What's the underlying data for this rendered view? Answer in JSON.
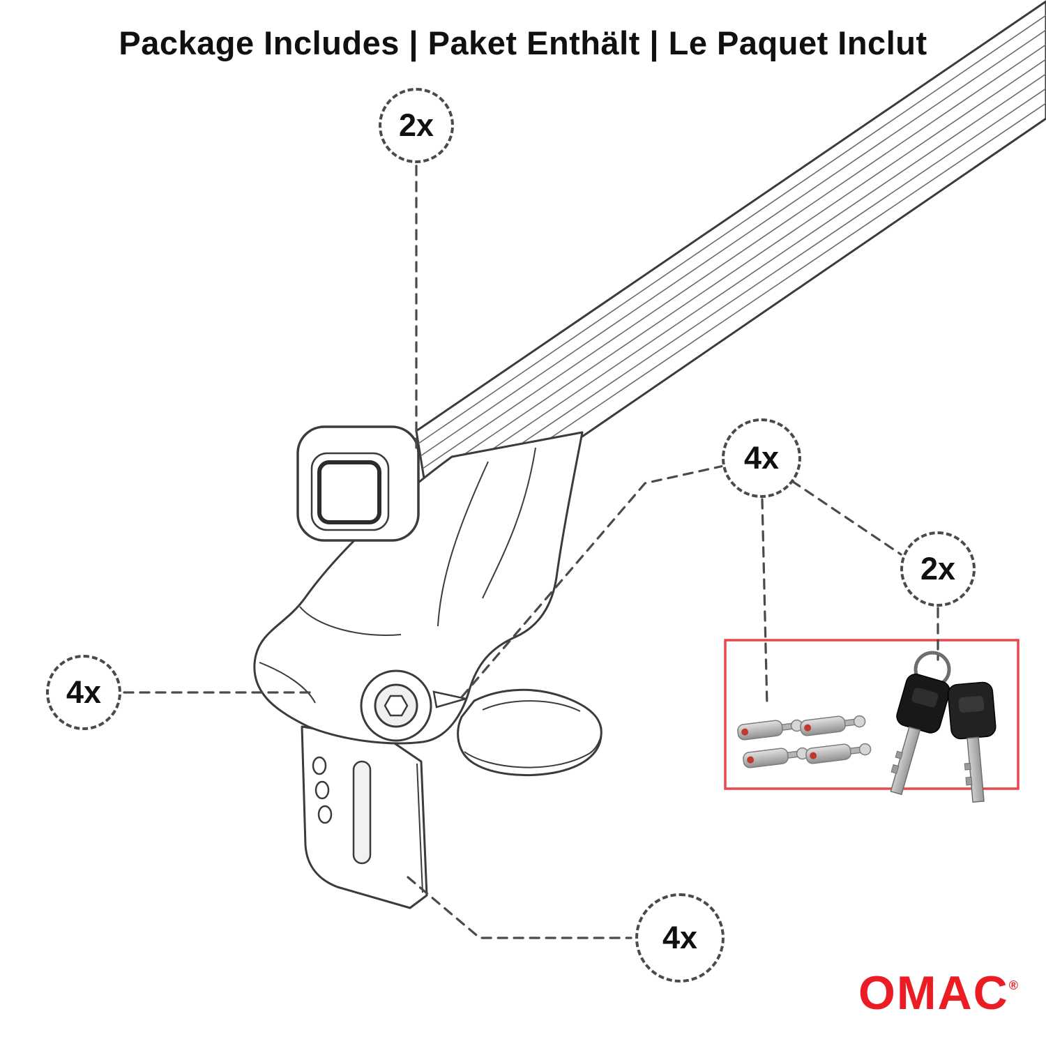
{
  "title": "Package Includes | Paket Enthält | Le Paquet Inclut",
  "callouts": {
    "crossbar": {
      "label": "2x"
    },
    "lock_pins": {
      "label": "4x"
    },
    "keys": {
      "label": "2x"
    },
    "foot_pads": {
      "label": "4x"
    },
    "clamp_brackets": {
      "label": "4x"
    }
  },
  "logo": {
    "text": "OMAC",
    "registered": "®"
  },
  "colors": {
    "accent_red": "#EC1C24",
    "highlight_box_red": "#E8474B",
    "line_gray": "#3b3b3b"
  }
}
